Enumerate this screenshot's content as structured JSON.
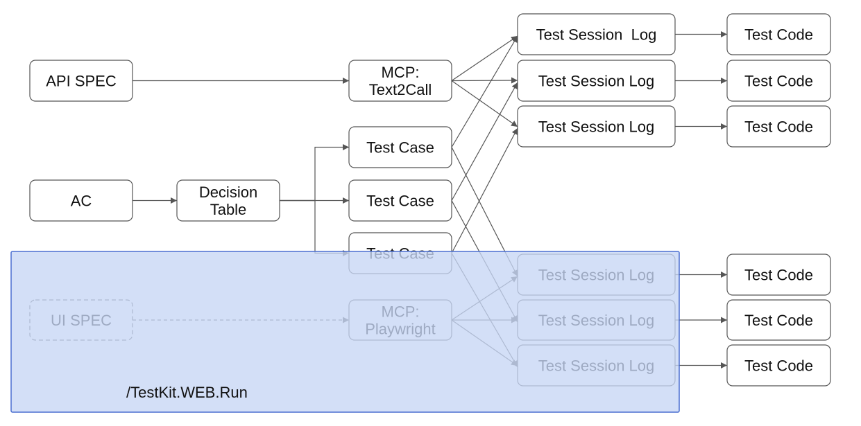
{
  "diagram": {
    "nodes": [
      {
        "id": "api_spec",
        "lines": [
          "API SPEC"
        ]
      },
      {
        "id": "ac",
        "lines": [
          "AC"
        ]
      },
      {
        "id": "decision_table",
        "lines": [
          "Decision",
          "Table"
        ]
      },
      {
        "id": "mcp_text2call",
        "lines": [
          "MCP:",
          "Text2Call"
        ]
      },
      {
        "id": "test_case_1",
        "lines": [
          "Test Case"
        ]
      },
      {
        "id": "test_case_2",
        "lines": [
          "Test Case"
        ]
      },
      {
        "id": "test_case_3",
        "lines": [
          "Test Case"
        ]
      },
      {
        "id": "ui_spec",
        "lines": [
          "UI SPEC"
        ],
        "style": "dashed"
      },
      {
        "id": "mcp_playwright",
        "lines": [
          "MCP:",
          "Playwright"
        ]
      },
      {
        "id": "log_1",
        "lines": [
          "Test Session  Log"
        ]
      },
      {
        "id": "log_2",
        "lines": [
          "Test Session Log"
        ]
      },
      {
        "id": "log_3",
        "lines": [
          "Test Session Log"
        ]
      },
      {
        "id": "log_4",
        "lines": [
          "Test Session Log"
        ]
      },
      {
        "id": "log_5",
        "lines": [
          "Test Session Log"
        ]
      },
      {
        "id": "log_6",
        "lines": [
          "Test Session Log"
        ]
      },
      {
        "id": "code_1",
        "lines": [
          "Test Code"
        ]
      },
      {
        "id": "code_2",
        "lines": [
          "Test Code"
        ]
      },
      {
        "id": "code_3",
        "lines": [
          "Test Code"
        ]
      },
      {
        "id": "code_4",
        "lines": [
          "Test Code"
        ]
      },
      {
        "id": "code_5",
        "lines": [
          "Test Code"
        ]
      },
      {
        "id": "code_6",
        "lines": [
          "Test Code"
        ]
      }
    ],
    "edges": [
      {
        "from": "api_spec",
        "to": "mcp_text2call"
      },
      {
        "from": "ac",
        "to": "decision_table"
      },
      {
        "from": "decision_table",
        "to": "test_case_1"
      },
      {
        "from": "decision_table",
        "to": "test_case_2"
      },
      {
        "from": "decision_table",
        "to": "test_case_3"
      },
      {
        "from": "ui_spec",
        "to": "mcp_playwright",
        "style": "dashed"
      },
      {
        "from": "mcp_text2call",
        "to": "log_1"
      },
      {
        "from": "mcp_text2call",
        "to": "log_2"
      },
      {
        "from": "mcp_text2call",
        "to": "log_3"
      },
      {
        "from": "test_case_1",
        "to": "log_1"
      },
      {
        "from": "test_case_2",
        "to": "log_2"
      },
      {
        "from": "test_case_3",
        "to": "log_3"
      },
      {
        "from": "test_case_1",
        "to": "log_4"
      },
      {
        "from": "test_case_2",
        "to": "log_5"
      },
      {
        "from": "test_case_3",
        "to": "log_6"
      },
      {
        "from": "mcp_playwright",
        "to": "log_4"
      },
      {
        "from": "mcp_playwright",
        "to": "log_5"
      },
      {
        "from": "mcp_playwright",
        "to": "log_6"
      },
      {
        "from": "log_1",
        "to": "code_1"
      },
      {
        "from": "log_2",
        "to": "code_2"
      },
      {
        "from": "log_3",
        "to": "code_3"
      },
      {
        "from": "log_4",
        "to": "code_4"
      },
      {
        "from": "log_5",
        "to": "code_5"
      },
      {
        "from": "log_6",
        "to": "code_6"
      }
    ],
    "overlay": {
      "label": "/TestKit.WEB.Run",
      "fill_color": "#c6d6f5",
      "border_color": "#4a6fd0"
    },
    "colors": {
      "box_stroke": "#555555",
      "edge_stroke": "#555555",
      "text": "#111111"
    }
  }
}
